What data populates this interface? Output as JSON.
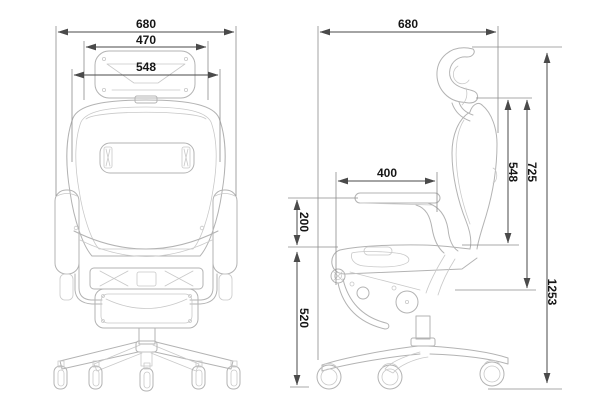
{
  "drawing": {
    "subject": "ergonomic-office-chair-dimension-drawing",
    "views": {
      "front": "front-view",
      "side": "side-view"
    },
    "dims": {
      "front_overall_width": "680",
      "front_upper_width": "470",
      "front_mid_width": "548",
      "side_overall_depth": "680",
      "side_seat_depth": "400",
      "side_armrest_above_seat": "200",
      "side_seat_height": "520",
      "side_backrest_height": "548",
      "side_back_assembly_height": "725",
      "side_total_height": "1253"
    }
  }
}
